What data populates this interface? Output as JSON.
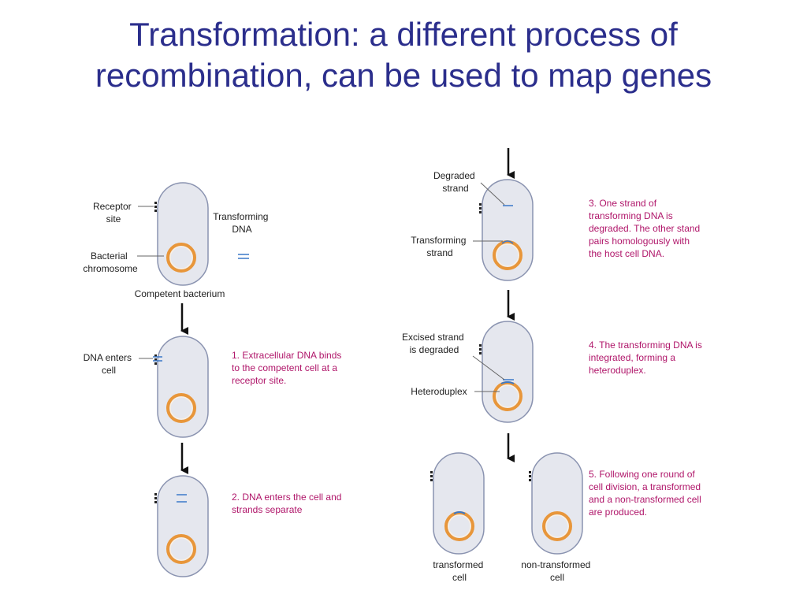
{
  "title": {
    "line1": "Transformation:  a different process of",
    "line2": "recombination, can be used to map genes"
  },
  "labels": {
    "receptor_site": [
      "Receptor",
      "site"
    ],
    "transforming_dna": [
      "Transforming",
      "DNA"
    ],
    "bacterial_chromosome": [
      "Bacterial",
      "chromosome"
    ],
    "competent_bacterium": "Competent bacterium",
    "dna_enters_cell": [
      "DNA enters",
      "cell"
    ],
    "degraded_strand": [
      "Degraded",
      "strand"
    ],
    "transforming_strand": [
      "Transforming",
      "strand"
    ],
    "excised_strand": [
      "Excised strand",
      "is degraded"
    ],
    "heteroduplex": "Heteroduplex",
    "transformed_cell": [
      "transformed",
      "cell"
    ],
    "non_transformed_cell": [
      "non-transformed",
      "cell"
    ]
  },
  "steps": {
    "step1": [
      "1. Extracellular DNA binds",
      "to the competent cell at a",
      "receptor site."
    ],
    "step2": [
      "2. DNA enters the cell and",
      "strands separate"
    ],
    "step3": [
      "3. One strand of",
      "transforming DNA is",
      "degraded. The other stand",
      "pairs homologously with",
      "the host cell DNA."
    ],
    "step4": [
      "4. The transforming DNA is",
      "integrated, forming a",
      "heteroduplex."
    ],
    "step5": [
      "5. Following one round of",
      "cell division, a transformed",
      "and a non-transformed cell",
      "are produced."
    ]
  },
  "colors": {
    "title": "#2b2e8c",
    "step_text": "#b0166a",
    "cell_fill": "#e5e7ee",
    "cell_stroke": "#8a93b0",
    "chromosome": "#e8963a",
    "dna": "#3a78c8"
  }
}
